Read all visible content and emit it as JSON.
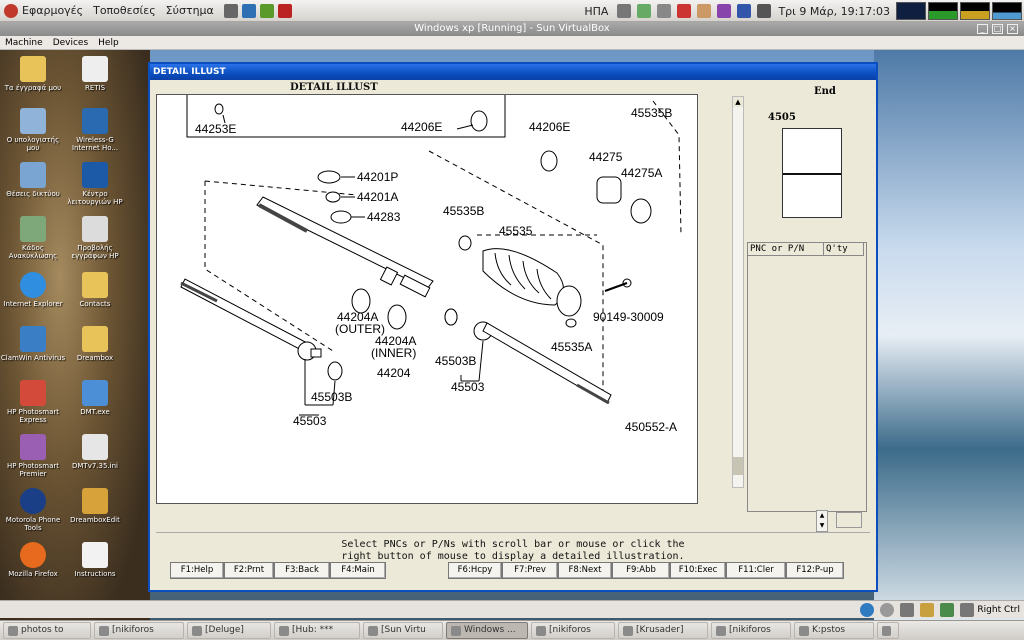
{
  "top_panel": {
    "menus": [
      "Εφαρμογές",
      "Τοποθεσίες",
      "Σύστημα"
    ],
    "keyboard_layout": "ΗΠΑ",
    "datetime": "Τρι 9 Μάρ, 19:17:03"
  },
  "vbox": {
    "window_title": "Windows xp [Running] - Sun VirtualBox",
    "menu": [
      "Machine",
      "Devices",
      "Help"
    ],
    "status_right": "Right Ctrl"
  },
  "desktop_icons": [
    {
      "label": "Τα έγγραφά μου"
    },
    {
      "label": "RETIS"
    },
    {
      "label": "Ο υπολογιστής μου"
    },
    {
      "label": "Wireless-G Internet Ho..."
    },
    {
      "label": "Θέσεις δικτύου"
    },
    {
      "label": "Κέντρο λειτουργιών HP"
    },
    {
      "label": "Κάδος Ανακύκλωσης"
    },
    {
      "label": "Προβολής εγγράφων HP"
    },
    {
      "label": "Internet Explorer"
    },
    {
      "label": "Contacts"
    },
    {
      "label": "ClamWin Antivirus"
    },
    {
      "label": "Dreambox"
    },
    {
      "label": "HP Photosmart Express"
    },
    {
      "label": "DMT.exe"
    },
    {
      "label": "HP Photosmart Premier"
    },
    {
      "label": "DMTv7.35.ini"
    },
    {
      "label": "Motorola Phone Tools"
    },
    {
      "label": "DreamboxEdit"
    },
    {
      "label": "Mozilla Firefox"
    },
    {
      "label": "Instructions"
    }
  ],
  "app": {
    "window_title": "DETAIL ILLUST",
    "frame_header": "DETAIL ILLUST",
    "end_label": "End",
    "code_label": "4505",
    "table_headers": [
      "PNC or P/N",
      "Q'ty"
    ],
    "instruction_line1": "Select PNCs or P/Ns with scroll bar or mouse or click the",
    "instruction_line2": "right button of mouse to display a detailed illustration.",
    "fkeys": [
      "F1:Help",
      "F2:Prnt",
      "F3:Back",
      "F4:Main",
      "F6:Hcpy",
      "F7:Prev",
      "F8:Next",
      "F9:Abb",
      "F10:Exec",
      "F11:Cler",
      "F12:P-up"
    ]
  },
  "illustration": {
    "labels": {
      "p44253e": "44253E",
      "p44206e_a": "44206E",
      "p45535b_top": "45535B",
      "p44206e_b": "44206E",
      "p44275": "44275",
      "p44275a": "44275A",
      "p44201p": "44201P",
      "p44201a": "44201A",
      "p44283": "44283",
      "p45535b": "45535B",
      "p45535": "45535",
      "p44204a_outer": "44204A",
      "outer": "(OUTER)",
      "p44204a_inner": "44204A",
      "inner": "(INNER)",
      "p44204": "44204",
      "p90149": "90149-30009",
      "p45535a": "45535A",
      "p45503b_a": "45503B",
      "p45503_a": "45503",
      "p45503b_b": "45503B",
      "p45503_b": "45503",
      "code": "450552-A"
    }
  },
  "taskbar": {
    "tasks": [
      "photos to",
      "[nikiforos",
      "[Deluge]",
      "[Hub: ***",
      "[Sun Virtu",
      "Windows ...",
      "[nikiforos",
      "[Krusader]",
      "[nikiforos",
      "K:pstos"
    ]
  }
}
